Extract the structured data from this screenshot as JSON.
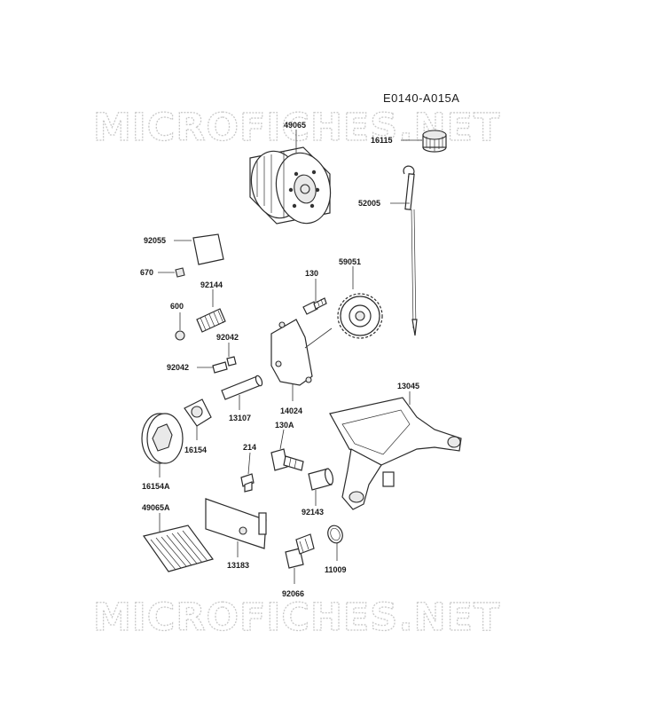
{
  "diagram_code": "E0140-A015A",
  "watermark": "MICROFICHES.NET",
  "parts": {
    "p49065": "49065",
    "p16115": "16115",
    "p52005": "52005",
    "p92055": "92055",
    "p670": "670",
    "p92144": "92144",
    "p600": "600",
    "p130": "130",
    "p59051": "59051",
    "p92042a": "92042",
    "p92042b": "92042",
    "p13107": "13107",
    "p14024": "14024",
    "p13045": "13045",
    "p16154": "16154",
    "p16154A": "16154A",
    "p130A": "130A",
    "p214": "214",
    "p92143": "92143",
    "p49065A": "49065A",
    "p13183": "13183",
    "p11009": "11009",
    "p92066": "92066"
  }
}
